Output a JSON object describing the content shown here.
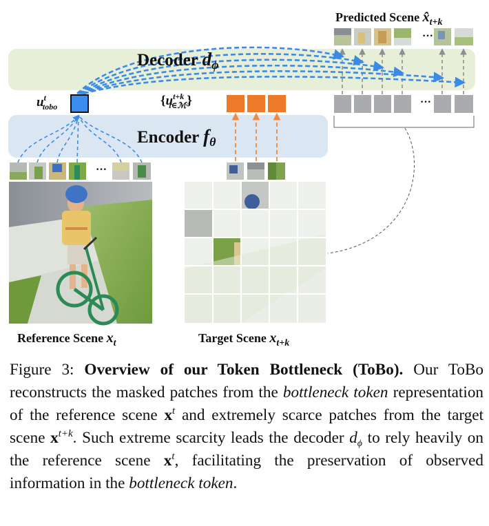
{
  "figure": {
    "predicted_scene": {
      "text": "Predicted Scene",
      "math": "x̂",
      "sub": "t+k"
    },
    "decoder": {
      "text": "Decoder",
      "math": "d",
      "sub": "ϕ"
    },
    "encoder": {
      "text": "Encoder",
      "math": "f",
      "sub": "θ"
    },
    "bottleneck_token": {
      "math": "u",
      "sup": "t",
      "sub": "tobo"
    },
    "target_tokens": {
      "math": "u",
      "sup": "t+k",
      "sub": "i∈ℳᶜ"
    },
    "reference_scene": {
      "text": "Reference Scene",
      "math": "x",
      "sub": "t"
    },
    "target_scene": {
      "text": "Target Scene",
      "math": "x",
      "sub": "t+k"
    },
    "ellipsis": "···",
    "colors": {
      "decoder_band": "#e7efd9",
      "encoder_band": "#dbe6f3",
      "bottleneck_token": "#3c8df0",
      "target_token": "#ec7a28",
      "mask_token": "#a9abaf",
      "blue_arrow": "#3a8ae6",
      "orange_arrow": "#f08a3c",
      "gray_arrow": "#8e8e8e"
    }
  },
  "caption": {
    "label": "Figure 3:",
    "title": "Overview of our Token Bottleneck (ToBo).",
    "s1": "Our ToBo reconstructs the masked patches from the",
    "s1_ital": "bottleneck token",
    "s1b": "representation of the reference scene",
    "s1c": "and extremely scarce patches from the target scene",
    "s2": "Such extreme scarcity leads the decoder",
    "s2b": "to rely heavily on the reference scene",
    "s2c": ", facilitating the preservation of observed information in the",
    "s2_ital": "bottleneck token",
    "math_x": "x",
    "sup_t": "t",
    "sup_tk": "t+k",
    "math_d": "d",
    "sub_phi": "ϕ"
  }
}
